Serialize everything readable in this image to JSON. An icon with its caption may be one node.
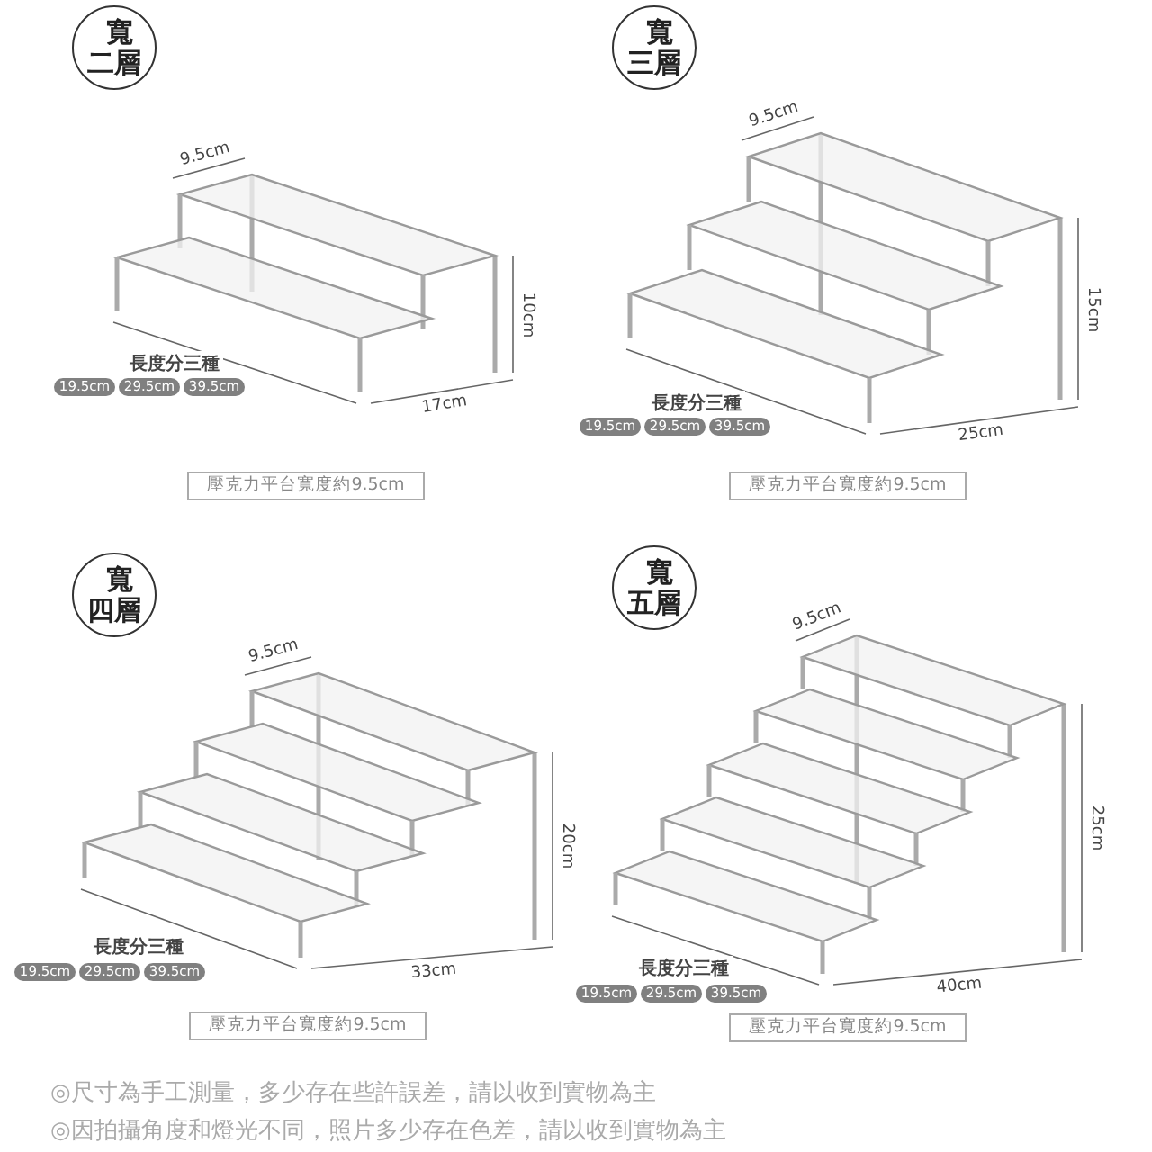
{
  "diagram": {
    "nodes": [
      {
        "text": [
          "寬二層"
        ]
      },
      {
        "text": [
          "19.5cm"
        ]
      },
      {
        "text": [
          "29.5cm"
        ]
      },
      {
        "text": [
          "39.5cm"
        ]
      },
      {
        "text": [
          "壓克力平台寬度約9.5cm"
        ]
      },
      {
        "text": [
          "寬三層"
        ]
      },
      {
        "text": [
          "19.5cm"
        ]
      },
      {
        "text": [
          "29.5cm"
        ]
      },
      {
        "text": [
          "39.5cm"
        ]
      },
      {
        "text": [
          "壓克力平台寬度約9.5cm"
        ]
      },
      {
        "text": [
          "寬四層"
        ]
      },
      {
        "text": [
          "19.5cm"
        ]
      },
      {
        "text": [
          "29.5cm"
        ]
      },
      {
        "text": [
          "39.5cm"
        ]
      },
      {
        "text": [
          "壓克力平台寬度約9.5cm"
        ]
      },
      {
        "text": [
          "寬五層"
        ]
      },
      {
        "text": [
          "19.5cm"
        ]
      },
      {
        "text": [
          "29.5cm"
        ]
      },
      {
        "text": [
          "39.5cm"
        ]
      },
      {
        "text": [
          "壓克力平台寬度約9.5cm"
        ]
      }
    ],
    "labels": [
      "9.5cm",
      "10cm",
      "長度分三種",
      "17cm",
      "9.5cm",
      "15cm",
      "長度分三種",
      "25cm",
      "9.5cm",
      "20cm",
      "長度分三種",
      "33cm",
      "9.5cm",
      "25cm",
      "長度分三種",
      "40cm",
      "◎尺寸為手工測量，多少存在些許誤差，請以收到實物為主",
      "◎因拍攝角度和燈光不同，照片多少存在色差，請以收到實物為主"
    ]
  }
}
